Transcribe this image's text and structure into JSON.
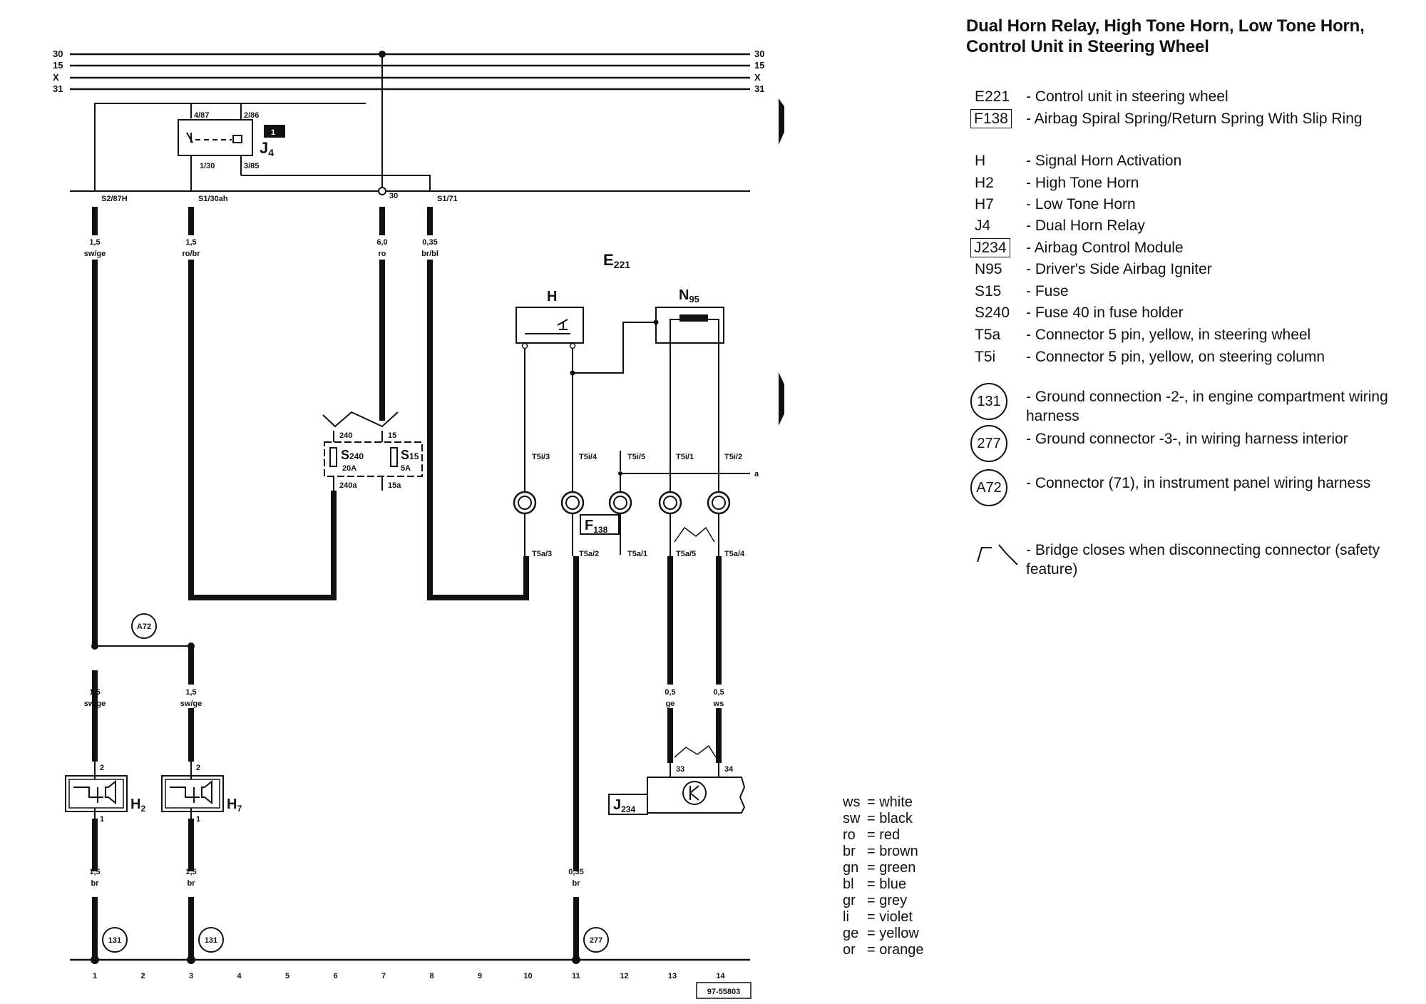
{
  "title": "Dual Horn Relay, High Tone Horn, Low Tone Horn, Control Unit in Steering Wheel",
  "legend": [
    {
      "code": "E221",
      "style": "plain",
      "desc": "- Control unit in steering wheel"
    },
    {
      "code": "F138",
      "style": "box",
      "desc": "- Airbag Spiral Spring/Return Spring With Slip Ring"
    },
    {
      "code": "H",
      "style": "plain",
      "desc": "- Signal Horn Activation"
    },
    {
      "code": "H2",
      "style": "plain",
      "desc": "- High Tone Horn"
    },
    {
      "code": "H7",
      "style": "plain",
      "desc": "- Low Tone Horn"
    },
    {
      "code": "J4",
      "style": "plain",
      "desc": "- Dual Horn Relay"
    },
    {
      "code": "J234",
      "style": "box",
      "desc": "- Airbag Control Module"
    },
    {
      "code": "N95",
      "style": "plain",
      "desc": "- Driver's Side Airbag Igniter"
    },
    {
      "code": "S15",
      "style": "plain",
      "desc": "- Fuse"
    },
    {
      "code": "S240",
      "style": "plain",
      "desc": "- Fuse 40 in fuse holder"
    },
    {
      "code": "T5a",
      "style": "plain",
      "desc": "- Connector 5 pin, yellow, in steering wheel"
    },
    {
      "code": "T5i",
      "style": "plain",
      "desc": "- Connector 5 pin, yellow, on steering column"
    },
    {
      "code": "131",
      "style": "circle",
      "desc": "- Ground connection -2-, in engine compartment wiring harness"
    },
    {
      "code": "277",
      "style": "circle",
      "desc": "- Ground connector -3-, in wiring harness interior"
    },
    {
      "code": "A72",
      "style": "circle",
      "desc": "- Connector (71), in instrument panel wiring harness"
    },
    {
      "code": "",
      "style": "bridge",
      "desc": "- Bridge closes when disconnecting connector (safety feature)"
    }
  ],
  "colors": [
    {
      "k": "ws",
      "v": "= white"
    },
    {
      "k": "sw",
      "v": "= black"
    },
    {
      "k": "ro",
      "v": "= red"
    },
    {
      "k": "br",
      "v": "= brown"
    },
    {
      "k": "gn",
      "v": "= green"
    },
    {
      "k": "bl",
      "v": "= blue"
    },
    {
      "k": "gr",
      "v": "= grey"
    },
    {
      "k": "li",
      "v": "= violet"
    },
    {
      "k": "ge",
      "v": "= yellow"
    },
    {
      "k": "or",
      "v": "= orange"
    }
  ],
  "diagram": {
    "buses": [
      "30",
      "15",
      "X",
      "31"
    ],
    "relay": {
      "name": "J4",
      "num": "4",
      "pin_87": "4/87",
      "pin_86": "2/86",
      "pin_30": "1/30",
      "pin_85": "3/85",
      "badge": "1"
    },
    "terminals": {
      "s2": "S2/87H",
      "s1_30ah": "S1/30ah",
      "t30": "30",
      "s1_71": "S1/71"
    },
    "wires": {
      "w1": {
        "size": "1,5",
        "color": "sw/ge"
      },
      "w3": {
        "size": "1,5",
        "color": "ro/br"
      },
      "w7": {
        "size": "6,0",
        "color": "ro"
      },
      "w8": {
        "size": "0,35",
        "color": "br/bl"
      },
      "w1b": {
        "size": "1,5",
        "color": "sw/ge"
      },
      "w3b": {
        "size": "1,5",
        "color": "sw/ge"
      },
      "w13": {
        "size": "0,5",
        "color": "ge"
      },
      "w14": {
        "size": "0,5",
        "color": "ws"
      },
      "w1c": {
        "size": "1,5",
        "color": "br"
      },
      "w3c": {
        "size": "1,5",
        "color": "br"
      },
      "w11": {
        "size": "0,35",
        "color": "br"
      }
    },
    "e221": {
      "name": "E",
      "sub": "221"
    },
    "h": "H",
    "n95": {
      "name": "N",
      "sub": "95"
    },
    "fuse": {
      "s240": "S",
      "s240sub": "240",
      "s240amp": "20A",
      "s15": "S",
      "s15sub": "15",
      "s15amp": "5A",
      "in240": "240",
      "in15": "15",
      "out240": "240a",
      "out15": "15a"
    },
    "t5i": [
      "T5i/3",
      "T5i/4",
      "T5i/5",
      "T5i/1",
      "T5i/2"
    ],
    "t5a": [
      "T5a/3",
      "T5a/2",
      "T5a/1",
      "T5a/5",
      "T5a/4"
    ],
    "f138": {
      "name": "F",
      "sub": "138"
    },
    "a_ref": "a",
    "a72": "A72",
    "h2": {
      "name": "H",
      "sub": "2",
      "pin_top": "2",
      "pin_bot": "1"
    },
    "h7": {
      "name": "H",
      "sub": "7",
      "pin_top": "2",
      "pin_bot": "1"
    },
    "j234": {
      "name": "J",
      "sub": "234",
      "pin33": "33",
      "pin34": "34"
    },
    "grounds": [
      "131",
      "131",
      "277"
    ],
    "track": [
      "1",
      "2",
      "3",
      "4",
      "5",
      "6",
      "7",
      "8",
      "9",
      "10",
      "11",
      "12",
      "13",
      "14"
    ],
    "ref": "97-55803"
  }
}
